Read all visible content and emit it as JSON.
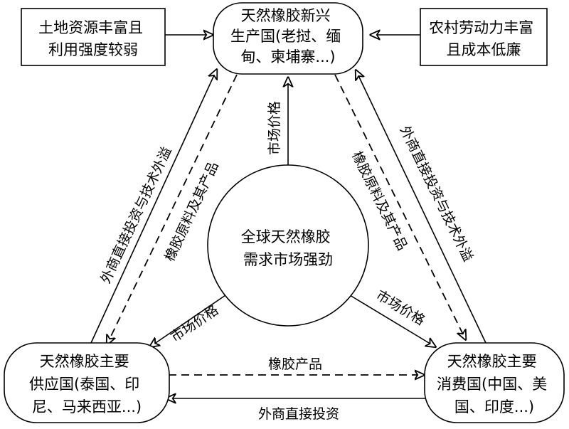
{
  "nodes": {
    "emerging": {
      "lines": [
        "天然橡胶新兴",
        "生产国(老挝、缅",
        "甸、柬埔寨...)"
      ]
    },
    "supplier": {
      "lines": [
        "天然橡胶主要",
        "供应国(泰国、印",
        "尼、马来西亚...)"
      ]
    },
    "consumer": {
      "lines": [
        "天然橡胶主要",
        "消费国(中国、美",
        "国、印度...)"
      ]
    },
    "center": {
      "lines": [
        "全球天然橡胶",
        "需求市场强劲"
      ]
    },
    "land": {
      "lines": [
        "土地资源丰富且",
        "利用强度较弱"
      ]
    },
    "labor": {
      "lines": [
        "农村劳动力丰富",
        "且成本低廉"
      ]
    }
  },
  "edges": {
    "left_fdi_tech": "外商直接投资与技术外溢",
    "left_rubber": "橡胶原料及其产品",
    "right_fdi_tech": "外商直接投资与技术外溢",
    "right_rubber": "橡胶原料及其产品",
    "center_up": "市场价格",
    "center_left": "市场价格",
    "center_right": "市场价格",
    "bottom_products": "橡胶产品",
    "bottom_fdi": "外商直接投资"
  }
}
